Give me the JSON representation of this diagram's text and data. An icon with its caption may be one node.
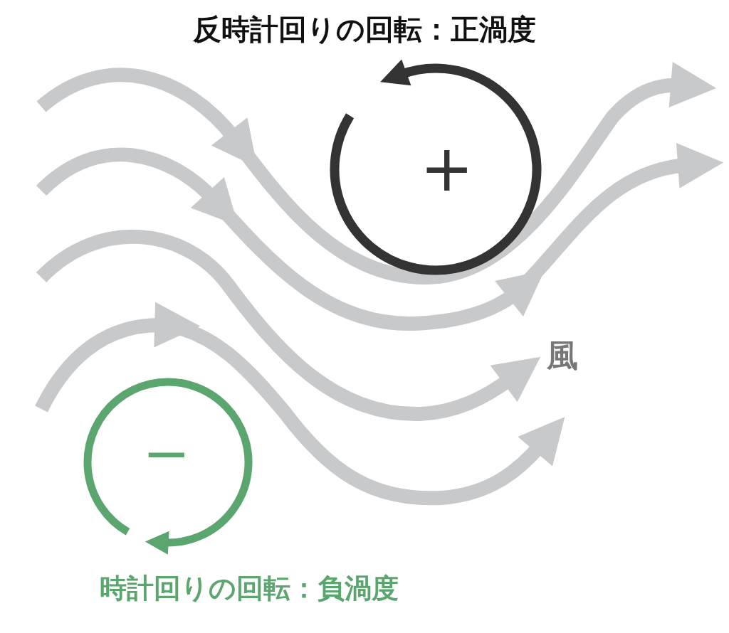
{
  "diagram": {
    "title": "反時計回りの回転：正渦度",
    "labels": [
      "+",
      "風",
      "−",
      "時計回りの回転：負渦度"
    ]
  }
}
